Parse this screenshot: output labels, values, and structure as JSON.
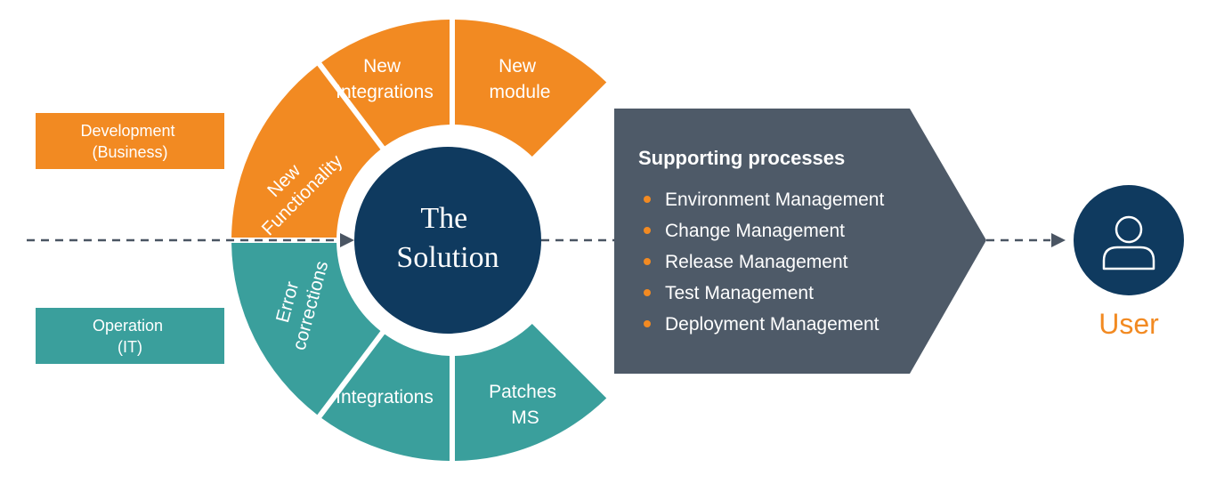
{
  "colors": {
    "orange": "#F28A22",
    "teal": "#3A9F9C",
    "navy": "#0F3A5F",
    "slate": "#4E5A68",
    "dash": "#4A5563",
    "white": "#FFFFFF"
  },
  "left_boxes": {
    "development": [
      "Development",
      "(Business)"
    ],
    "operation": [
      "Operation",
      "(IT)"
    ]
  },
  "wheel": {
    "new_functionality": [
      "New",
      "Functionality"
    ],
    "new_integrations": [
      "New",
      "Integrations"
    ],
    "new_module": [
      "New",
      "module"
    ],
    "error_corrections": [
      "Error",
      "corrections"
    ],
    "integrations": [
      "Integrations"
    ],
    "patches_ms": [
      "Patches",
      "MS"
    ]
  },
  "center": [
    "The",
    "Solution"
  ],
  "supporting_processes": {
    "title": "Supporting processes",
    "items": [
      "Environment Management",
      "Change Management",
      "Release Management",
      "Test Management",
      "Deployment Management"
    ]
  },
  "user": {
    "label": "User",
    "icon": "user-icon"
  }
}
